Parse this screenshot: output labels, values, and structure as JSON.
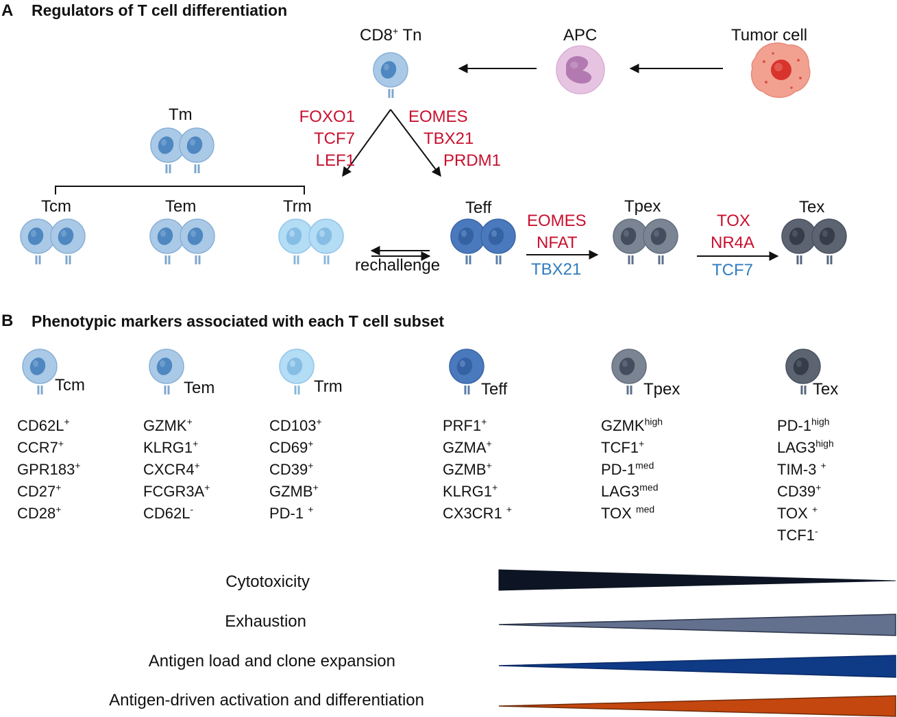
{
  "panel_a": {
    "letter": "A",
    "title": "Regulators of T cell differentiation",
    "cells": {
      "tn": "CD8",
      "tn_sup": "+",
      "tn_suffix": " Tn",
      "apc": "APC",
      "tumor": "Tumor cell",
      "tm": "Tm",
      "tcm": "Tcm",
      "tem": "Tem",
      "trm": "Trm",
      "teff": "Teff",
      "tpex": "Tpex",
      "tex": "Tex"
    },
    "memory_factors": [
      "FOXO1",
      "TCF7",
      "LEF1"
    ],
    "effector_factors": [
      "EOMES",
      "TBX21",
      "PRDM1"
    ],
    "rechallenge": "rechallenge",
    "teff_to_tpex": {
      "up": [
        "EOMES",
        "NFAT"
      ],
      "down": "TBX21"
    },
    "tpex_to_tex": {
      "up": [
        "TOX",
        "NR4A"
      ],
      "down": "TCF7"
    }
  },
  "panel_b": {
    "letter": "B",
    "title": "Phenotypic markers associated with each T cell subset",
    "subsets": [
      {
        "label": "Tcm",
        "markers": [
          [
            "CD62L",
            "+"
          ],
          [
            "CCR7",
            "+"
          ],
          [
            "GPR183",
            "+"
          ],
          [
            "CD27",
            "+"
          ],
          [
            "CD28",
            "+"
          ]
        ]
      },
      {
        "label": "Tem",
        "markers": [
          [
            "GZMK",
            "+"
          ],
          [
            "KLRG1",
            "+"
          ],
          [
            "CXCR4",
            "+"
          ],
          [
            "FCGR3A",
            "+"
          ],
          [
            "CD62L",
            "-"
          ]
        ]
      },
      {
        "label": "Trm",
        "markers": [
          [
            "CD103",
            "+"
          ],
          [
            "CD69",
            "+"
          ],
          [
            "CD39",
            "+"
          ],
          [
            "GZMB",
            "+"
          ],
          [
            "PD-1 ",
            "+"
          ]
        ]
      },
      {
        "label": "Teff",
        "markers": [
          [
            "PRF1",
            "+"
          ],
          [
            "GZMA",
            "+"
          ],
          [
            "GZMB",
            "+"
          ],
          [
            "KLRG1",
            "+"
          ],
          [
            "CX3CR1 ",
            "+"
          ]
        ]
      },
      {
        "label": "Tpex",
        "markers": [
          [
            "GZMK",
            "high"
          ],
          [
            "TCF1",
            "+"
          ],
          [
            "PD-1",
            "med"
          ],
          [
            "LAG3",
            "med"
          ],
          [
            "TOX ",
            "med"
          ]
        ]
      },
      {
        "label": "Tex",
        "markers": [
          [
            "PD-1",
            "high"
          ],
          [
            "LAG3",
            "high"
          ],
          [
            "TIM-3 ",
            "+"
          ],
          [
            "CD39",
            "+"
          ],
          [
            "TOX ",
            "+"
          ],
          [
            "TCF1",
            "-"
          ]
        ]
      }
    ],
    "gradients": [
      {
        "label": "Cytotoxicity",
        "color": "#0d1524",
        "direction": "decreasing"
      },
      {
        "label": "Exhaustion",
        "color": "#63718f",
        "direction": "increasing"
      },
      {
        "label": "Antigen load and clone expansion",
        "color": "#0f3a86",
        "direction": "increasing"
      },
      {
        "label": "Antigen-driven activation and differentiation",
        "color": "#c4470f",
        "direction": "increasing"
      }
    ]
  },
  "colors": {
    "memory_cell": "#a9c9e6",
    "resident_cell": "#b3dcf5",
    "effector_cell": "#4a79bd",
    "progenitor_exhausted_cell": "#7a8493",
    "exhausted_cell": "#5c6472",
    "apc": "#e7c3e2",
    "tumor": "#f2a190",
    "factor_up": "#c8102e",
    "factor_down": "#2f7bbf"
  }
}
